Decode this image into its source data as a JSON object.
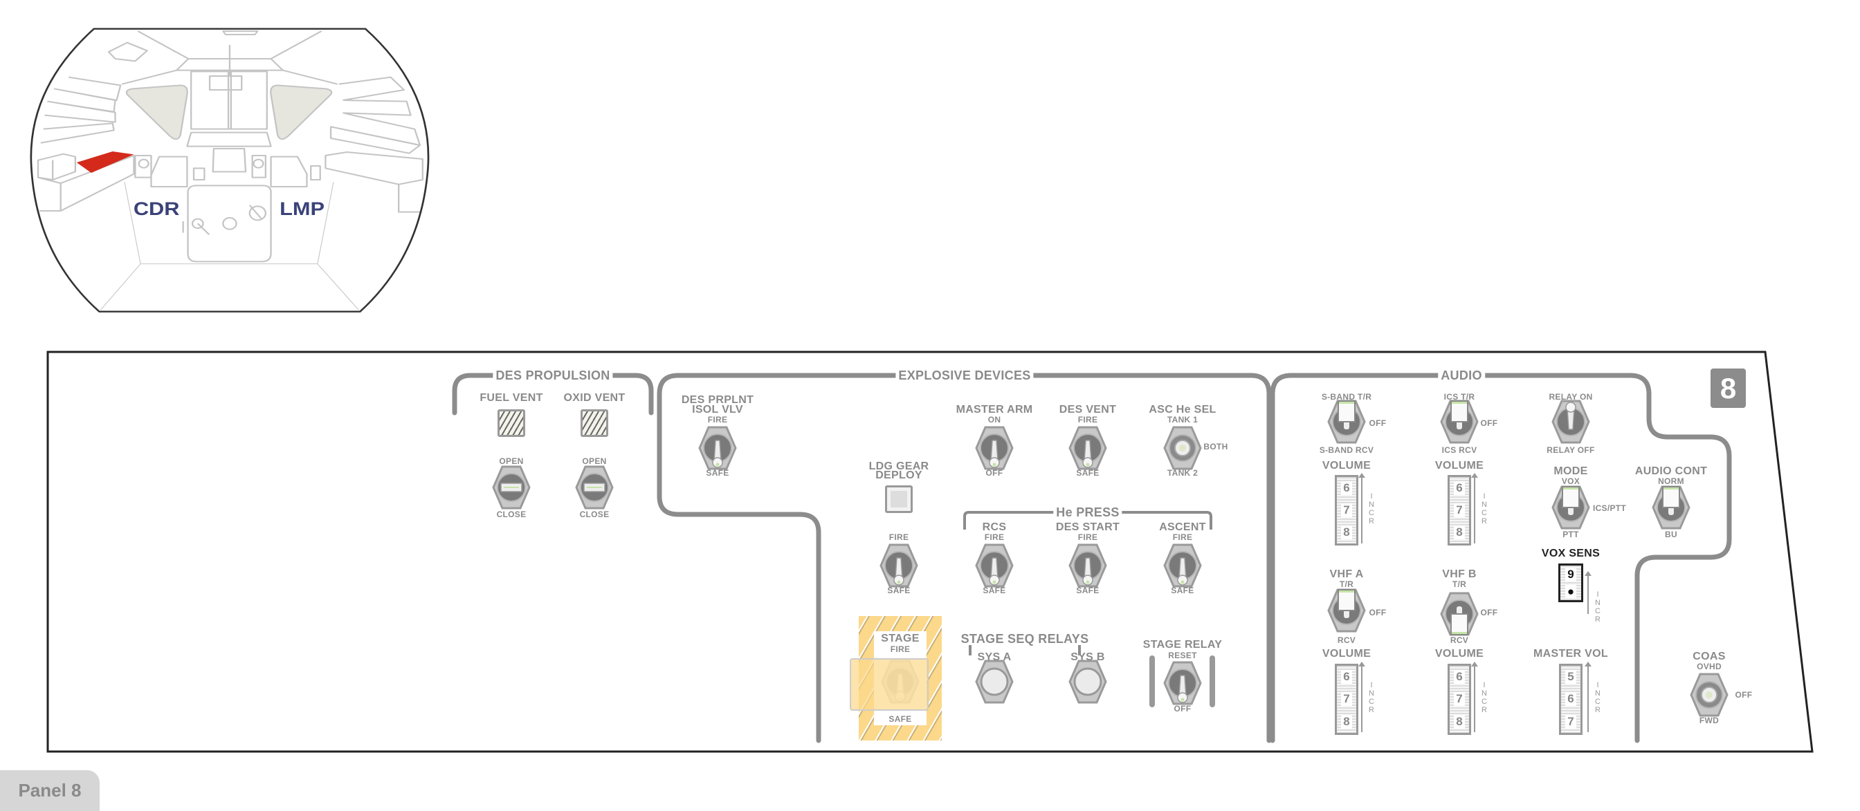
{
  "cockpit": {
    "cdr": "CDR",
    "lmp": "LMP"
  },
  "panel_tab": "Panel 8",
  "panel_number": "8",
  "des_propulsion": {
    "title": "DES PROPULSION",
    "fuel_vent": {
      "label": "FUEL VENT",
      "up": "OPEN",
      "down": "CLOSE"
    },
    "oxid_vent": {
      "label": "OXID VENT",
      "up": "OPEN",
      "down": "CLOSE"
    }
  },
  "explosive_devices": {
    "title": "EXPLOSIVE DEVICES",
    "des_prplnt": {
      "label1": "DES PRPLNT",
      "label2": "ISOL VLV",
      "up": "FIRE",
      "down": "SAFE"
    },
    "master_arm": {
      "label": "MASTER ARM",
      "up": "ON",
      "down": "OFF"
    },
    "des_vent": {
      "label": "DES VENT",
      "up": "FIRE",
      "down": "SAFE"
    },
    "asc_he_sel": {
      "label": "ASC He SEL",
      "up": "TANK 1",
      "right": "BOTH",
      "down": "TANK 2"
    },
    "ldg_gear": {
      "label1": "LDG GEAR",
      "label2": "DEPLOY",
      "up": "FIRE",
      "down": "SAFE"
    },
    "he_press": {
      "title": "He PRESS",
      "rcs": {
        "label": "RCS",
        "up": "FIRE",
        "down": "SAFE"
      },
      "des_start": {
        "label": "DES START",
        "up": "FIRE",
        "down": "SAFE"
      },
      "ascent": {
        "label": "ASCENT",
        "up": "FIRE",
        "down": "SAFE"
      }
    },
    "stage": {
      "label": "STAGE",
      "up": "FIRE",
      "down": "SAFE"
    },
    "stage_seq_relays": {
      "title": "STAGE SEQ RELAYS",
      "sys_a": "SYS A",
      "sys_b": "SYS B"
    },
    "stage_relay": {
      "label": "STAGE RELAY",
      "up": "RESET",
      "down": "OFF"
    }
  },
  "audio": {
    "title": "AUDIO",
    "s_band": {
      "up": "S-BAND T/R",
      "right": "OFF",
      "down": "S-BAND RCV"
    },
    "ics": {
      "up": "ICS T/R",
      "right": "OFF",
      "down": "ICS RCV"
    },
    "relay": {
      "up": "RELAY ON",
      "down": "RELAY OFF"
    },
    "s_band_volume": {
      "label": "VOLUME",
      "digits": [
        "6",
        "7",
        "8"
      ]
    },
    "ics_volume": {
      "label": "VOLUME",
      "digits": [
        "6",
        "7",
        "8"
      ]
    },
    "mode": {
      "label": "MODE",
      "up": "VOX",
      "right": "ICS/PTT",
      "down": "PTT"
    },
    "audio_cont": {
      "label": "AUDIO CONT",
      "up": "NORM",
      "down": "BU"
    },
    "vox_sens": {
      "label": "VOX SENS",
      "digits": [
        "9",
        "●"
      ]
    },
    "vhf_a": {
      "label": "VHF A",
      "up": "T/R",
      "right": "OFF",
      "down": "RCV"
    },
    "vhf_b": {
      "label": "VHF B",
      "up": "T/R",
      "right": "OFF",
      "down": "RCV"
    },
    "vhf_a_volume": {
      "label": "VOLUME",
      "digits": [
        "6",
        "7",
        "8"
      ]
    },
    "vhf_b_volume": {
      "label": "VOLUME",
      "digits": [
        "6",
        "7",
        "8"
      ]
    },
    "master_vol": {
      "label": "MASTER VOL",
      "digits": [
        "5",
        "6",
        "7"
      ]
    },
    "incr": [
      "I",
      "N",
      "C",
      "R"
    ]
  },
  "coas": {
    "label": "COAS",
    "up": "OVHD",
    "right": "OFF",
    "down": "FWD"
  },
  "colors": {
    "label": "#8a8a8a",
    "crew_text": "#3a4278",
    "highlight": "#d42a1c",
    "stage_hatch": "#fcd88a"
  }
}
